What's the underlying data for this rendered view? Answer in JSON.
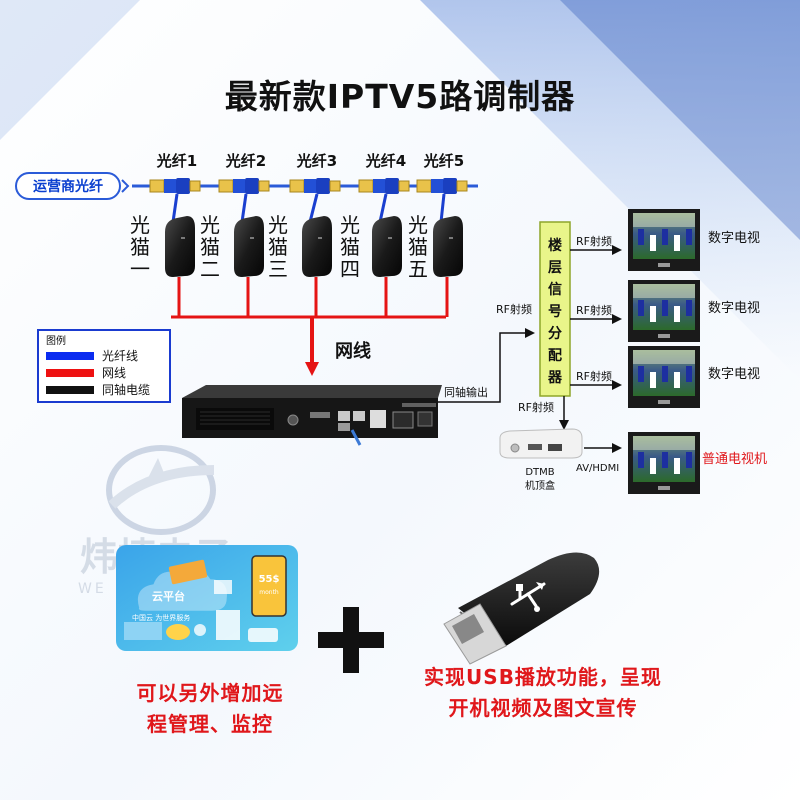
{
  "title": "最新款IPTV5路调制器",
  "operator_label": "运营商光纤",
  "fiber_labels": [
    "光纤1",
    "光纤2",
    "光纤3",
    "光纤4",
    "光纤5"
  ],
  "modem_labels": [
    "光猫一",
    "光猫二",
    "光猫三",
    "光猫四",
    "光猫五"
  ],
  "network_cable_label": "网线",
  "legend": {
    "title": "图例",
    "items": [
      {
        "label": "光纤线",
        "color": "#0b2cf0"
      },
      {
        "label": "网线",
        "color": "#ee1111"
      },
      {
        "label": "同轴电缆",
        "color": "#111111"
      }
    ]
  },
  "coax_output_label": "同轴输出",
  "rf_label": "RF射频",
  "splitter_label": "楼层信号分配器",
  "tv_labels": [
    "数字电视",
    "数字电视",
    "数字电视"
  ],
  "normal_tv_label": "普通电视机",
  "stb_label_line1": "DTMB",
  "stb_label_line2": "机顶盒",
  "av_hdmi_label": "AV/HDMI",
  "watermark_text": "炜捷电子",
  "watermark_sub": "WE",
  "cloud_card": {
    "cloud_title": "云平台",
    "cloud_sub": "中国云  为世界服务",
    "price_text": "55$",
    "price_sub": "month"
  },
  "plus_sign": "+",
  "caption_left_line1": "可以另外增加远",
  "caption_left_line2": "程管理、监控",
  "caption_right_line1": "实现USB播放功能，呈现",
  "caption_right_line2": "开机视频及图文宣传"
}
